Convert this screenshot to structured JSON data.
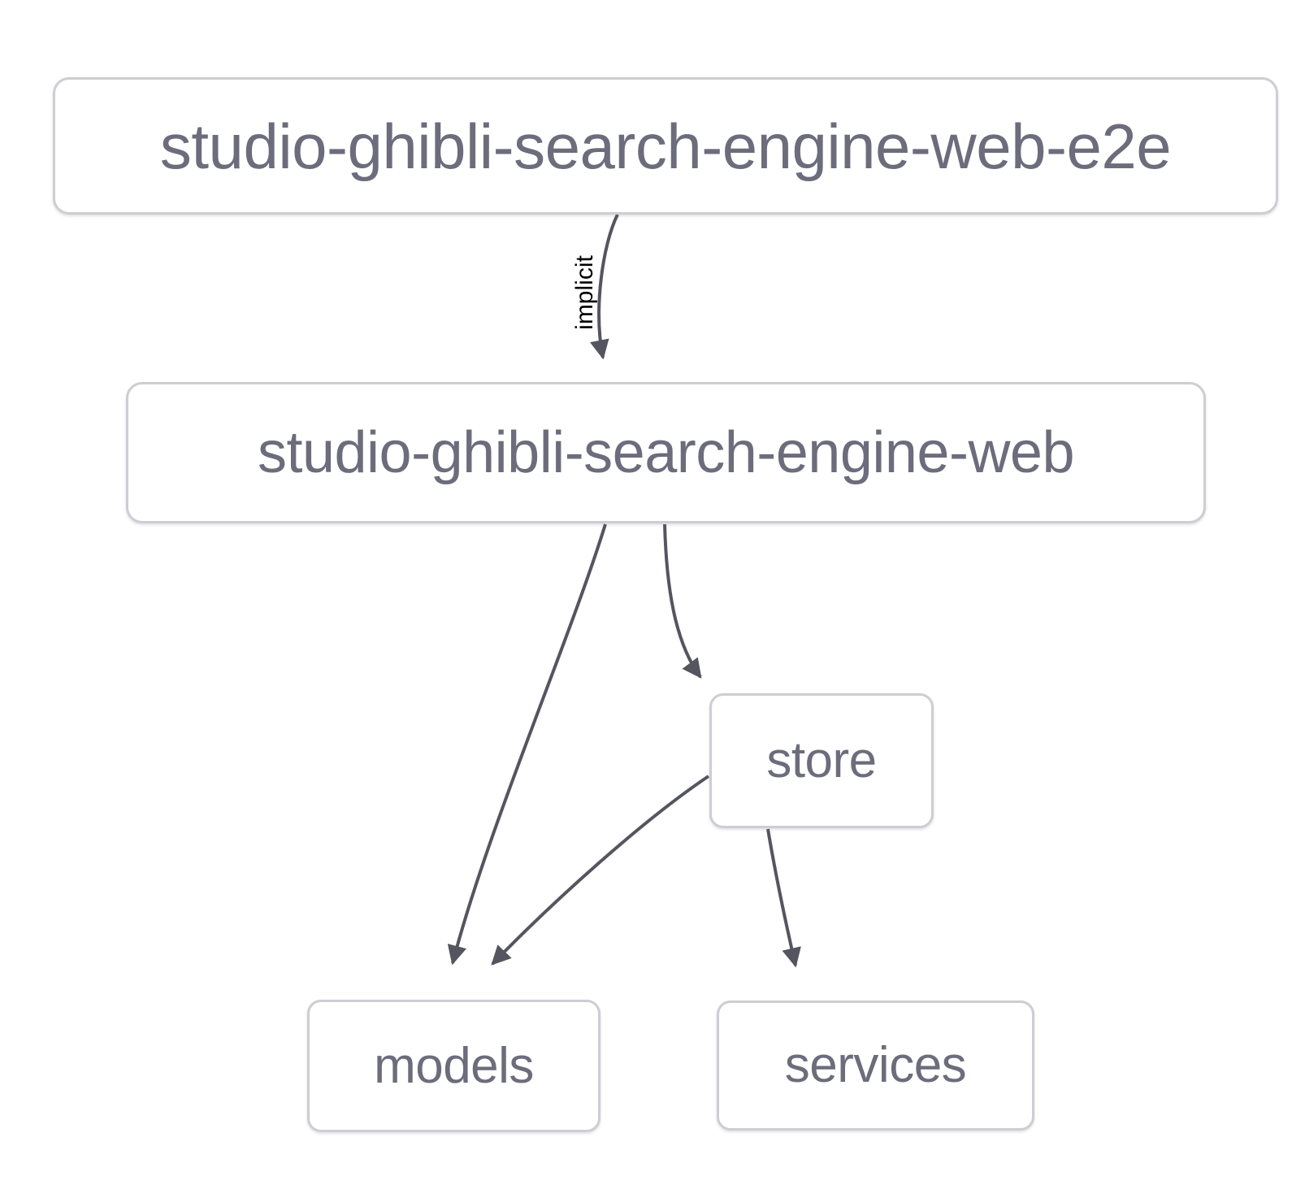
{
  "diagram": {
    "type": "dependency-graph",
    "background_color": "#ffffff",
    "node_border_color": "#cdcdd3",
    "node_text_color": "#6c6c7c",
    "edge_color": "#555560",
    "edge_label_color": "#000000",
    "nodes": [
      {
        "id": "e2e",
        "label": "studio-ghibli-search-engine-web-e2e"
      },
      {
        "id": "web",
        "label": "studio-ghibli-search-engine-web"
      },
      {
        "id": "store",
        "label": "store"
      },
      {
        "id": "models",
        "label": "models"
      },
      {
        "id": "services",
        "label": "services"
      }
    ],
    "edges": [
      {
        "from": "e2e",
        "to": "web",
        "label": "implicit"
      },
      {
        "from": "web",
        "to": "models",
        "label": ""
      },
      {
        "from": "web",
        "to": "store",
        "label": ""
      },
      {
        "from": "store",
        "to": "models",
        "label": ""
      },
      {
        "from": "store",
        "to": "services",
        "label": ""
      }
    ]
  }
}
